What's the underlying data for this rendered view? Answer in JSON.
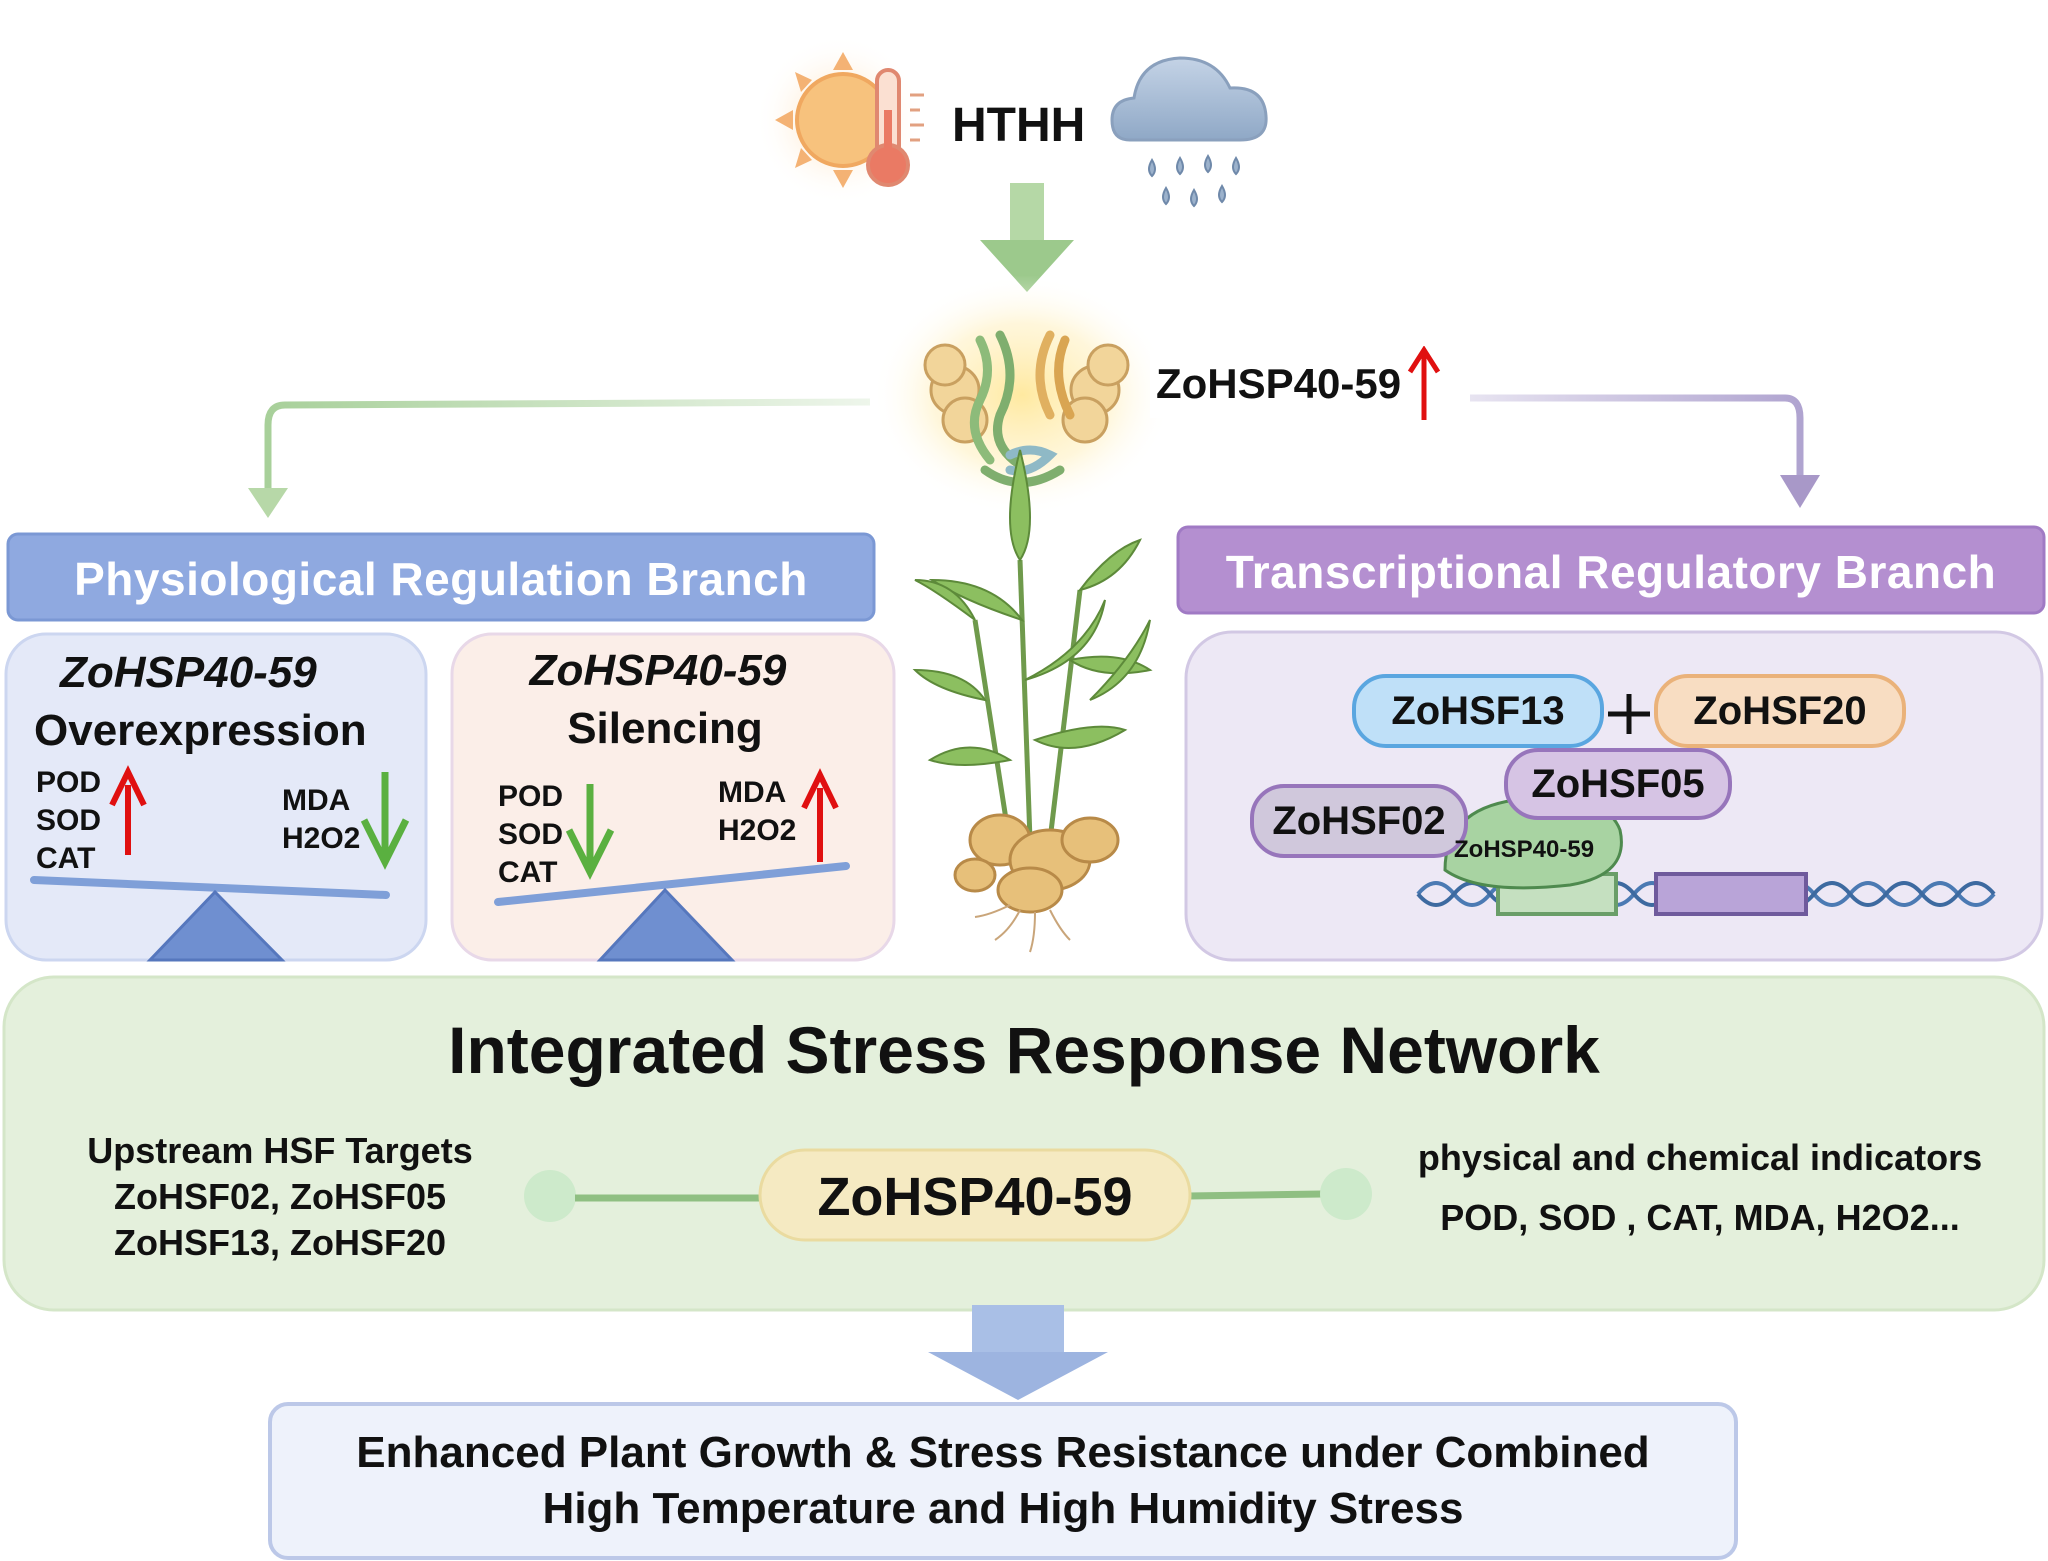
{
  "top": {
    "stress_label": "HTHH",
    "protein_label": "ZoHSP40-59"
  },
  "physio": {
    "header": "Physiological Regulation Branch",
    "overexpression": {
      "gene": "ZoHSP40-59",
      "title": "Overexpression",
      "left_labels": [
        "POD",
        "SOD",
        "CAT"
      ],
      "right_labels": [
        "MDA",
        "H2O2"
      ]
    },
    "silencing": {
      "gene": "ZoHSP40-59",
      "title": "Silencing",
      "left_labels": [
        "POD",
        "SOD",
        "CAT"
      ],
      "right_labels": [
        "MDA",
        "H2O2"
      ]
    }
  },
  "transcript": {
    "header": "Transcriptional Regulatory Branch",
    "hsf13": "ZoHSF13",
    "hsf20": "ZoHSF20",
    "hsf05": "ZoHSF05",
    "hsf02": "ZoHSF02",
    "bound": "ZoHSP40-59"
  },
  "network": {
    "title": "Integrated Stress Response Network",
    "center": "ZoHSP40-59",
    "left_title": "Upstream HSF Targets",
    "left_line1": "ZoHSF02, ZoHSF05",
    "left_line2": "ZoHSF13, ZoHSF20",
    "right_title": "physical and chemical indicators",
    "right_line": "POD, SOD , CAT, MDA, H2O2..."
  },
  "outcome": {
    "line1": "Enhanced Plant Growth & Stress Resistance under Combined",
    "line2": "High Temperature and High Humidity  Stress"
  },
  "colors": {
    "physio_header": "#8fa9e0",
    "transcript_header": "#b48fd0",
    "network_bg": "#e4f0dc",
    "arrow_green": "#9cc98c",
    "arrow_purple": "#a898c8",
    "up_arrow": "#e01010",
    "down_arrow": "#5ab040"
  }
}
